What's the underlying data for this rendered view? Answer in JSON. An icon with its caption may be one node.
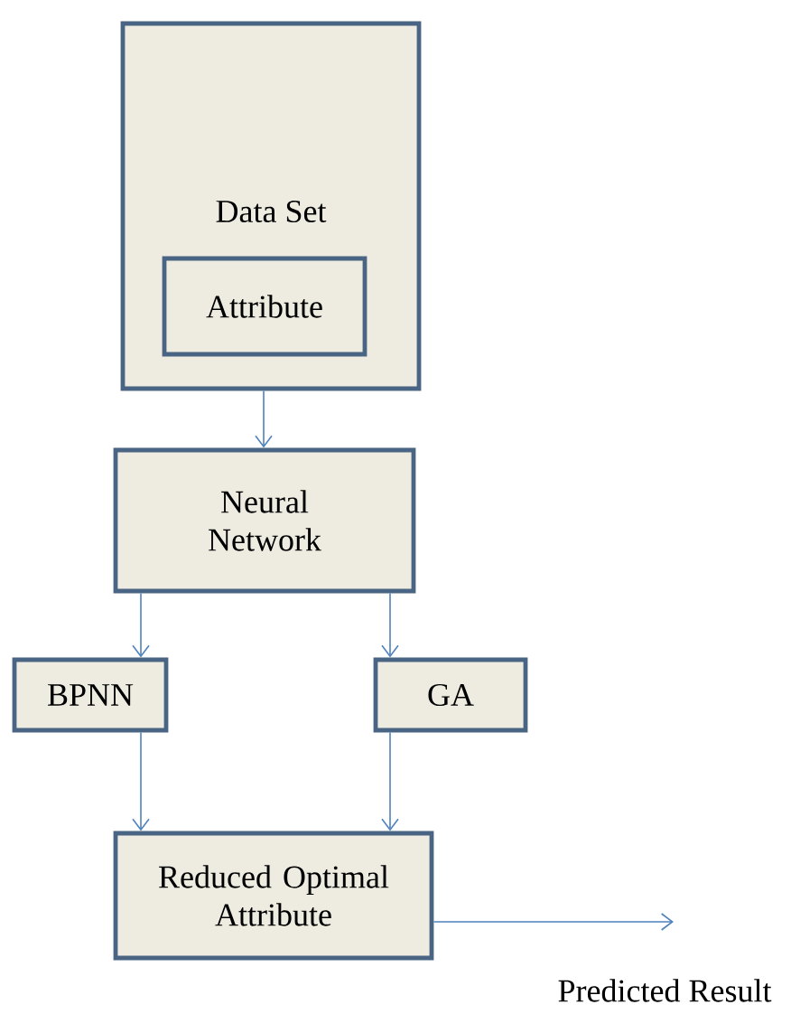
{
  "diagram": {
    "nodes": [
      {
        "text": [
          "Data Set"
        ]
      },
      {
        "text": [
          "Attribute"
        ],
        "in": 0
      },
      {
        "text": [
          "Neural Network"
        ]
      },
      {
        "text": [
          "BPNN"
        ]
      },
      {
        "text": [
          "GA"
        ]
      },
      {
        "text": [
          "Reduced Optimal Attribute"
        ]
      }
    ],
    "edges": [
      {
        "from": 0,
        "to": 2,
        "arrow": "to"
      },
      {
        "from": 2,
        "to": 3,
        "arrow": "to"
      },
      {
        "from": 2,
        "to": 4,
        "arrow": "to"
      },
      {
        "from": 3,
        "to": 5,
        "arrow": "to"
      },
      {
        "from": 4,
        "to": 5,
        "arrow": "to"
      },
      {
        "from": 5,
        "to": null,
        "arrow": "to"
      }
    ],
    "labels": [
      "Predicted Result"
    ]
  }
}
